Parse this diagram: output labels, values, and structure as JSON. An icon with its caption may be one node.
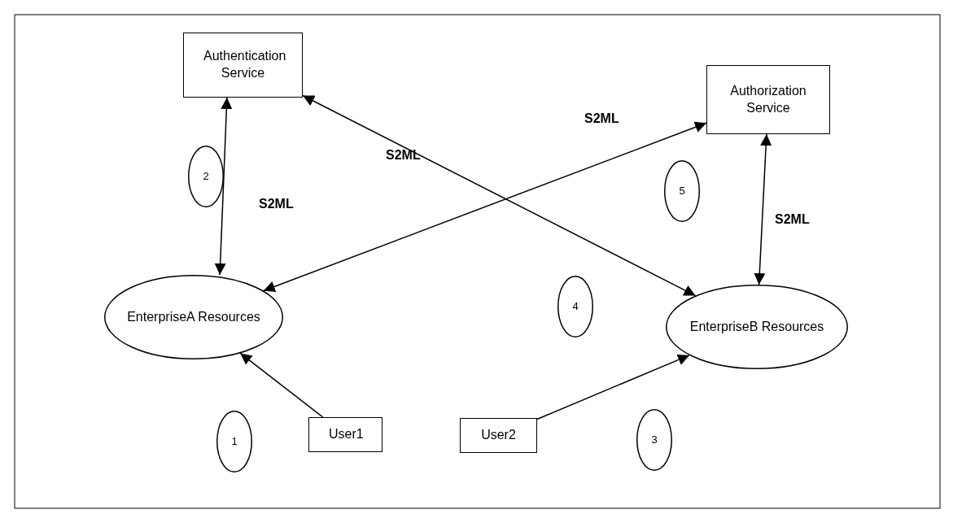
{
  "diagram": {
    "nodes": [
      {
        "text": [
          "Authentication Service"
        ]
      },
      {
        "text": [
          "Authorization Service"
        ]
      },
      {
        "text": [
          "EnterpriseA Resources"
        ]
      },
      {
        "text": [
          "EnterpriseB Resources"
        ]
      },
      {
        "text": [
          "User1"
        ]
      },
      {
        "text": [
          "User2"
        ]
      },
      {
        "text": [
          "1"
        ]
      },
      {
        "text": [
          "2"
        ]
      },
      {
        "text": [
          "3"
        ]
      },
      {
        "text": [
          "4"
        ]
      },
      {
        "text": [
          "5"
        ]
      }
    ],
    "edges": [
      {
        "from": 0,
        "to": 2,
        "arrow": "both",
        "label": "S2ML"
      },
      {
        "from": 0,
        "to": 3,
        "arrow": "both",
        "label": "S2ML"
      },
      {
        "from": 1,
        "to": 2,
        "arrow": "both",
        "label": "S2ML"
      },
      {
        "from": 1,
        "to": 3,
        "arrow": "both",
        "label": "S2ML"
      },
      {
        "from": 4,
        "to": 2,
        "arrow": "to"
      },
      {
        "from": 5,
        "to": 3,
        "arrow": "to"
      }
    ]
  }
}
